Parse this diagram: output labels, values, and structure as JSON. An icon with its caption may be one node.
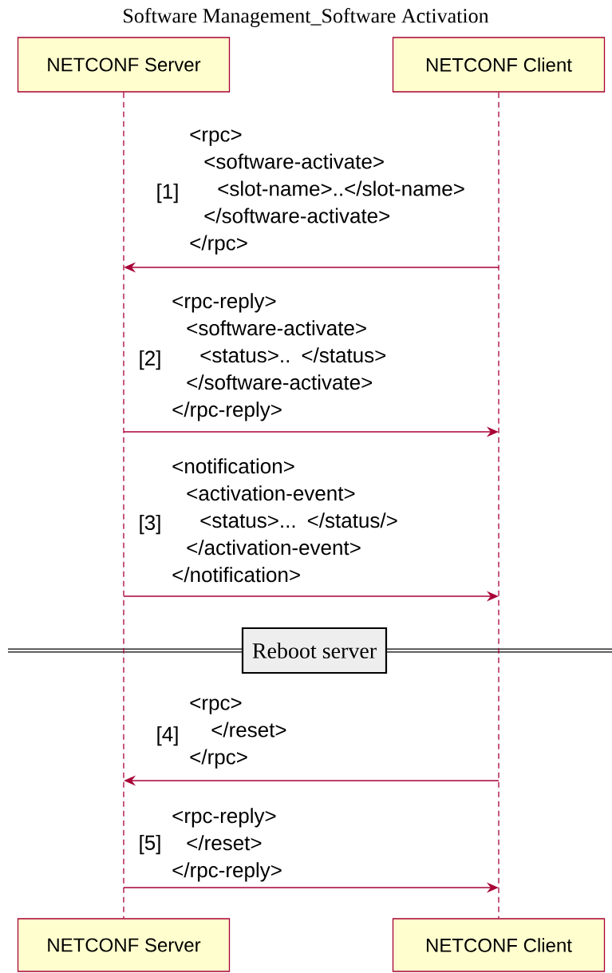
{
  "diagram": {
    "title": "Software Management_Software Activation",
    "nodes": [
      {
        "text": [
          "NETCONF Server"
        ]
      },
      {
        "text": [
          "NETCONF Client"
        ]
      },
      {
        "text": [
          "Reboot server"
        ]
      },
      {
        "text": [
          "NETCONF Server"
        ]
      },
      {
        "text": [
          "NETCONF Client"
        ]
      }
    ],
    "edges": [
      {
        "from": 1,
        "to": 0,
        "arrow": "to",
        "label": "<rpc> <software-activate> <slot-name>..</slot-name> </software-activate> </rpc>"
      },
      {
        "from": 0,
        "to": 1,
        "arrow": "to",
        "label": "<rpc-reply> <software-activate> <status>.. </status> </software-activate> </rpc-reply>"
      },
      {
        "from": 0,
        "to": 1,
        "arrow": "to",
        "label": "<notification> <activation-event> <status>... </status/> </activation-event> </notification>"
      },
      {
        "from": 1,
        "to": 0,
        "arrow": "to",
        "label": "<rpc> </reset> </rpc>"
      },
      {
        "from": 0,
        "to": 1,
        "arrow": "to",
        "label": "<rpc-reply> </reset> </rpc-reply>"
      }
    ],
    "labels": [
      "[1]",
      "[2]",
      "[3]",
      "[4]",
      "[5]"
    ]
  }
}
